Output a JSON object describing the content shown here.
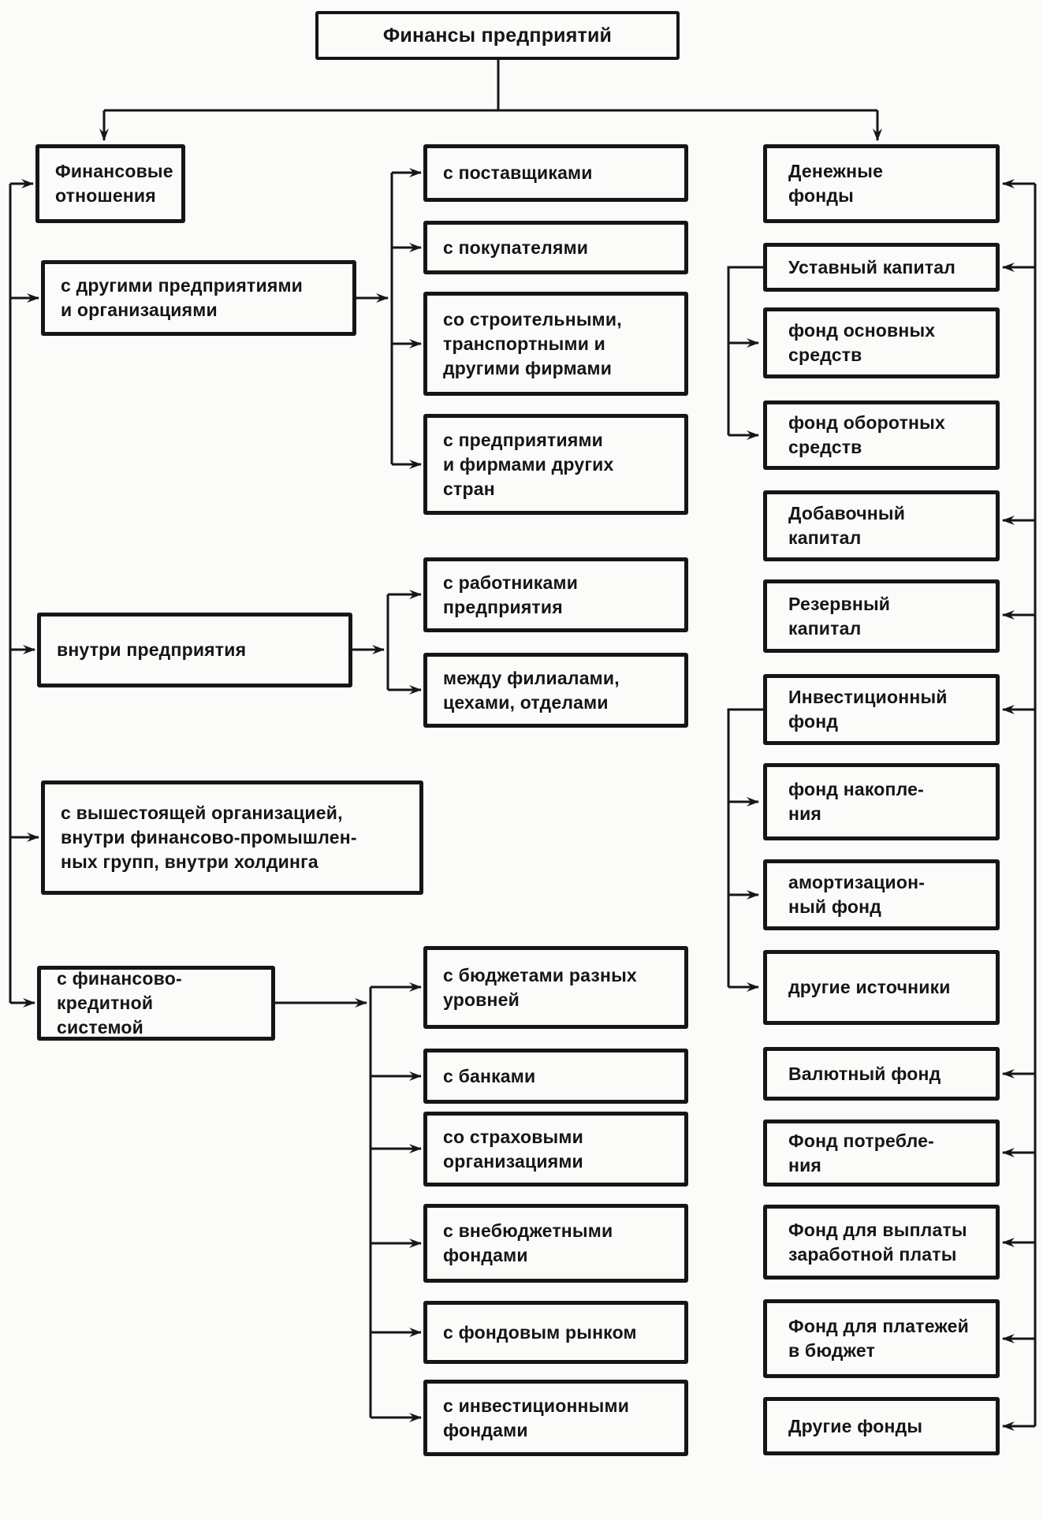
{
  "diagram": {
    "title": "Финансы предприятий",
    "ink_color": "#161616",
    "paper_color": "#fbfbf9",
    "nodes": {
      "T": {
        "label": "Финансы предприятий"
      },
      "L1": {
        "label": "Финансовые\nотношения"
      },
      "L2": {
        "label": "с другими предприятиями\nи организациями"
      },
      "L3": {
        "label": "внутри предприятия"
      },
      "L4": {
        "label": "с вышестоящей организацией,\nвнутри финансово-промышлен-\nных групп, внутри холдинга"
      },
      "L5": {
        "label": "с финансово-кредитной\nсистемой"
      },
      "M1": {
        "label": "с поставщиками"
      },
      "M2": {
        "label": "с покупателями"
      },
      "M3": {
        "label": "со строительными,\nтранспортными и\nдругими фирмами"
      },
      "M4": {
        "label": "с предприятиями\nи фирмами других\nстран"
      },
      "M5": {
        "label": "с работниками\nпредприятия"
      },
      "M6": {
        "label": "между филиалами,\nцехами, отделами"
      },
      "M7": {
        "label": "с бюджетами разных\nуровней"
      },
      "M8": {
        "label": "с банками"
      },
      "M9": {
        "label": "со страховыми\nорганизациями"
      },
      "M10": {
        "label": "с внебюджетными\nфондами"
      },
      "M11": {
        "label": "с фондовым рынком"
      },
      "M12": {
        "label": "с инвестиционными\nфондами"
      },
      "R1": {
        "label": "Денежные\nфонды"
      },
      "R2": {
        "label": "Уставный капитал"
      },
      "R3": {
        "label": "фонд основных\nсредств"
      },
      "R4": {
        "label": "фонд оборотных\nсредств"
      },
      "R5": {
        "label": "Добавочный\nкапитал"
      },
      "R6": {
        "label": "Резервный\nкапитал"
      },
      "R7": {
        "label": "Инвестиционный\nфонд"
      },
      "R8": {
        "label": "фонд накопле-\nния"
      },
      "R9": {
        "label": "амортизацион-\nный фонд"
      },
      "R10": {
        "label": "другие источники"
      },
      "R11": {
        "label": "Валютный фонд"
      },
      "R12": {
        "label": "Фонд потребле-\nния"
      },
      "R13": {
        "label": "Фонд для выплаты\nзаработной платы"
      },
      "R14": {
        "label": "Фонд для платежей\nв бюджет"
      },
      "R15": {
        "label": "Другие фонды"
      }
    },
    "edges": [
      {
        "from": "T",
        "to": "L1"
      },
      {
        "from": "T",
        "to": "R1"
      },
      {
        "from": "L1",
        "to": "L2"
      },
      {
        "from": "L1",
        "to": "L3"
      },
      {
        "from": "L1",
        "to": "L4"
      },
      {
        "from": "L1",
        "to": "L5"
      },
      {
        "from": "L2",
        "to": "M1"
      },
      {
        "from": "L2",
        "to": "M2"
      },
      {
        "from": "L2",
        "to": "M3"
      },
      {
        "from": "L2",
        "to": "M4"
      },
      {
        "from": "L3",
        "to": "M5"
      },
      {
        "from": "L3",
        "to": "M6"
      },
      {
        "from": "L5",
        "to": "M7"
      },
      {
        "from": "L5",
        "to": "M8"
      },
      {
        "from": "L5",
        "to": "M9"
      },
      {
        "from": "L5",
        "to": "M10"
      },
      {
        "from": "L5",
        "to": "M11"
      },
      {
        "from": "L5",
        "to": "M12"
      },
      {
        "from": "R1",
        "to": "R2"
      },
      {
        "from": "R1",
        "to": "R5"
      },
      {
        "from": "R1",
        "to": "R6"
      },
      {
        "from": "R1",
        "to": "R7"
      },
      {
        "from": "R1",
        "to": "R11"
      },
      {
        "from": "R1",
        "to": "R12"
      },
      {
        "from": "R1",
        "to": "R13"
      },
      {
        "from": "R1",
        "to": "R14"
      },
      {
        "from": "R1",
        "to": "R15"
      },
      {
        "from": "R2",
        "to": "R3"
      },
      {
        "from": "R2",
        "to": "R4"
      },
      {
        "from": "R7",
        "to": "R8"
      },
      {
        "from": "R7",
        "to": "R9"
      },
      {
        "from": "R7",
        "to": "R10"
      }
    ]
  }
}
